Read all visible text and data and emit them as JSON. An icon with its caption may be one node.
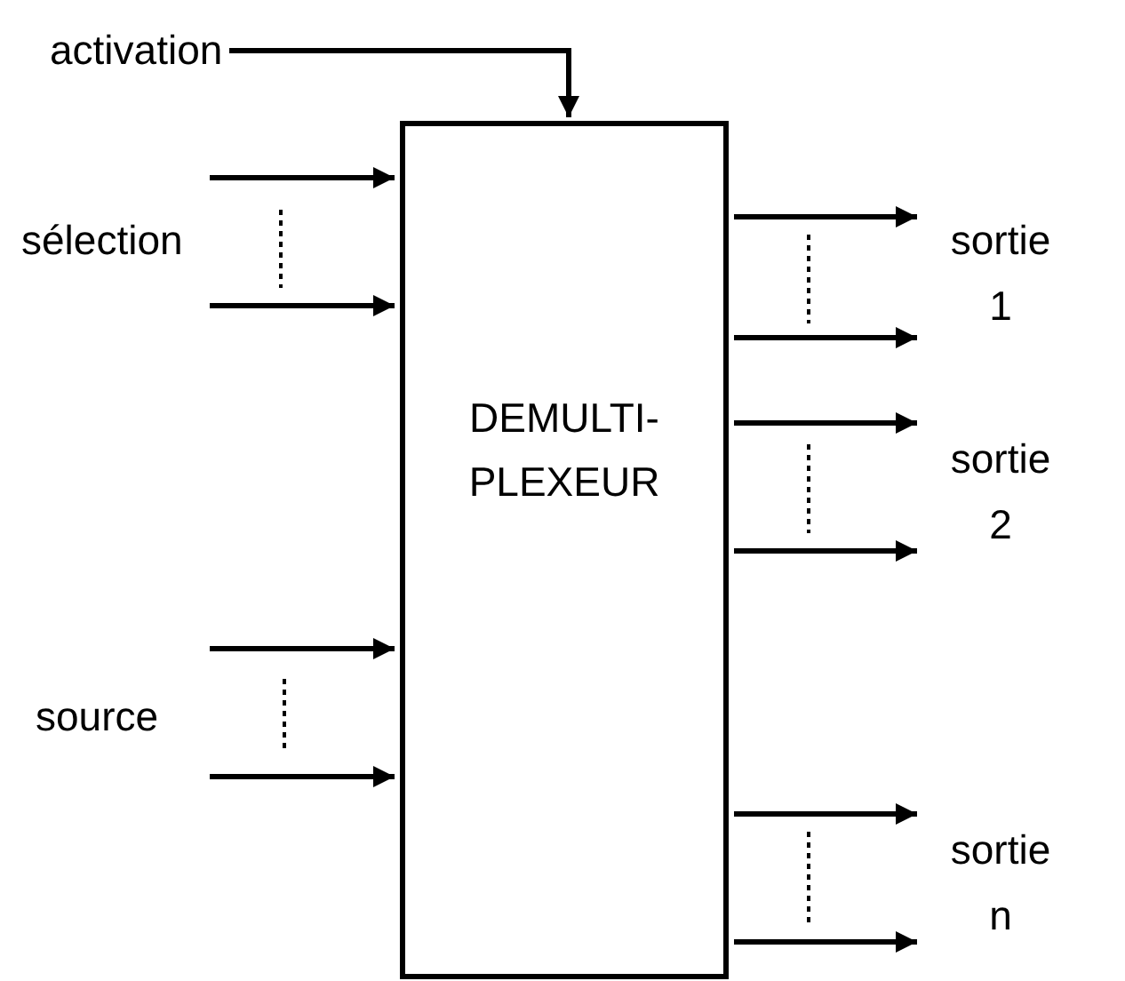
{
  "diagram": {
    "nodes": [
      {
        "text": [
          "activation"
        ]
      },
      {
        "text": [
          "DEMULTI- PLEXEUR"
        ]
      }
    ],
    "edges": [
      {
        "from": 0,
        "to": 1,
        "arrow": "to"
      },
      {
        "from": null,
        "to": 1,
        "arrow": "to"
      },
      {
        "from": null,
        "to": 1,
        "arrow": "to"
      },
      {
        "from": null,
        "to": 1,
        "arrow": "to"
      },
      {
        "from": null,
        "to": 1,
        "arrow": "to"
      },
      {
        "from": 1,
        "to": null,
        "arrow": "to"
      },
      {
        "from": 1,
        "to": null,
        "arrow": "to"
      },
      {
        "from": 1,
        "to": null,
        "arrow": "to"
      },
      {
        "from": 1,
        "to": null,
        "arrow": "to"
      },
      {
        "from": 1,
        "to": null,
        "arrow": "to"
      },
      {
        "from": 1,
        "to": null,
        "arrow": "to"
      }
    ],
    "labels": [
      "sélection",
      "source",
      "sortie 1",
      "sortie 2",
      "sortie n"
    ]
  }
}
